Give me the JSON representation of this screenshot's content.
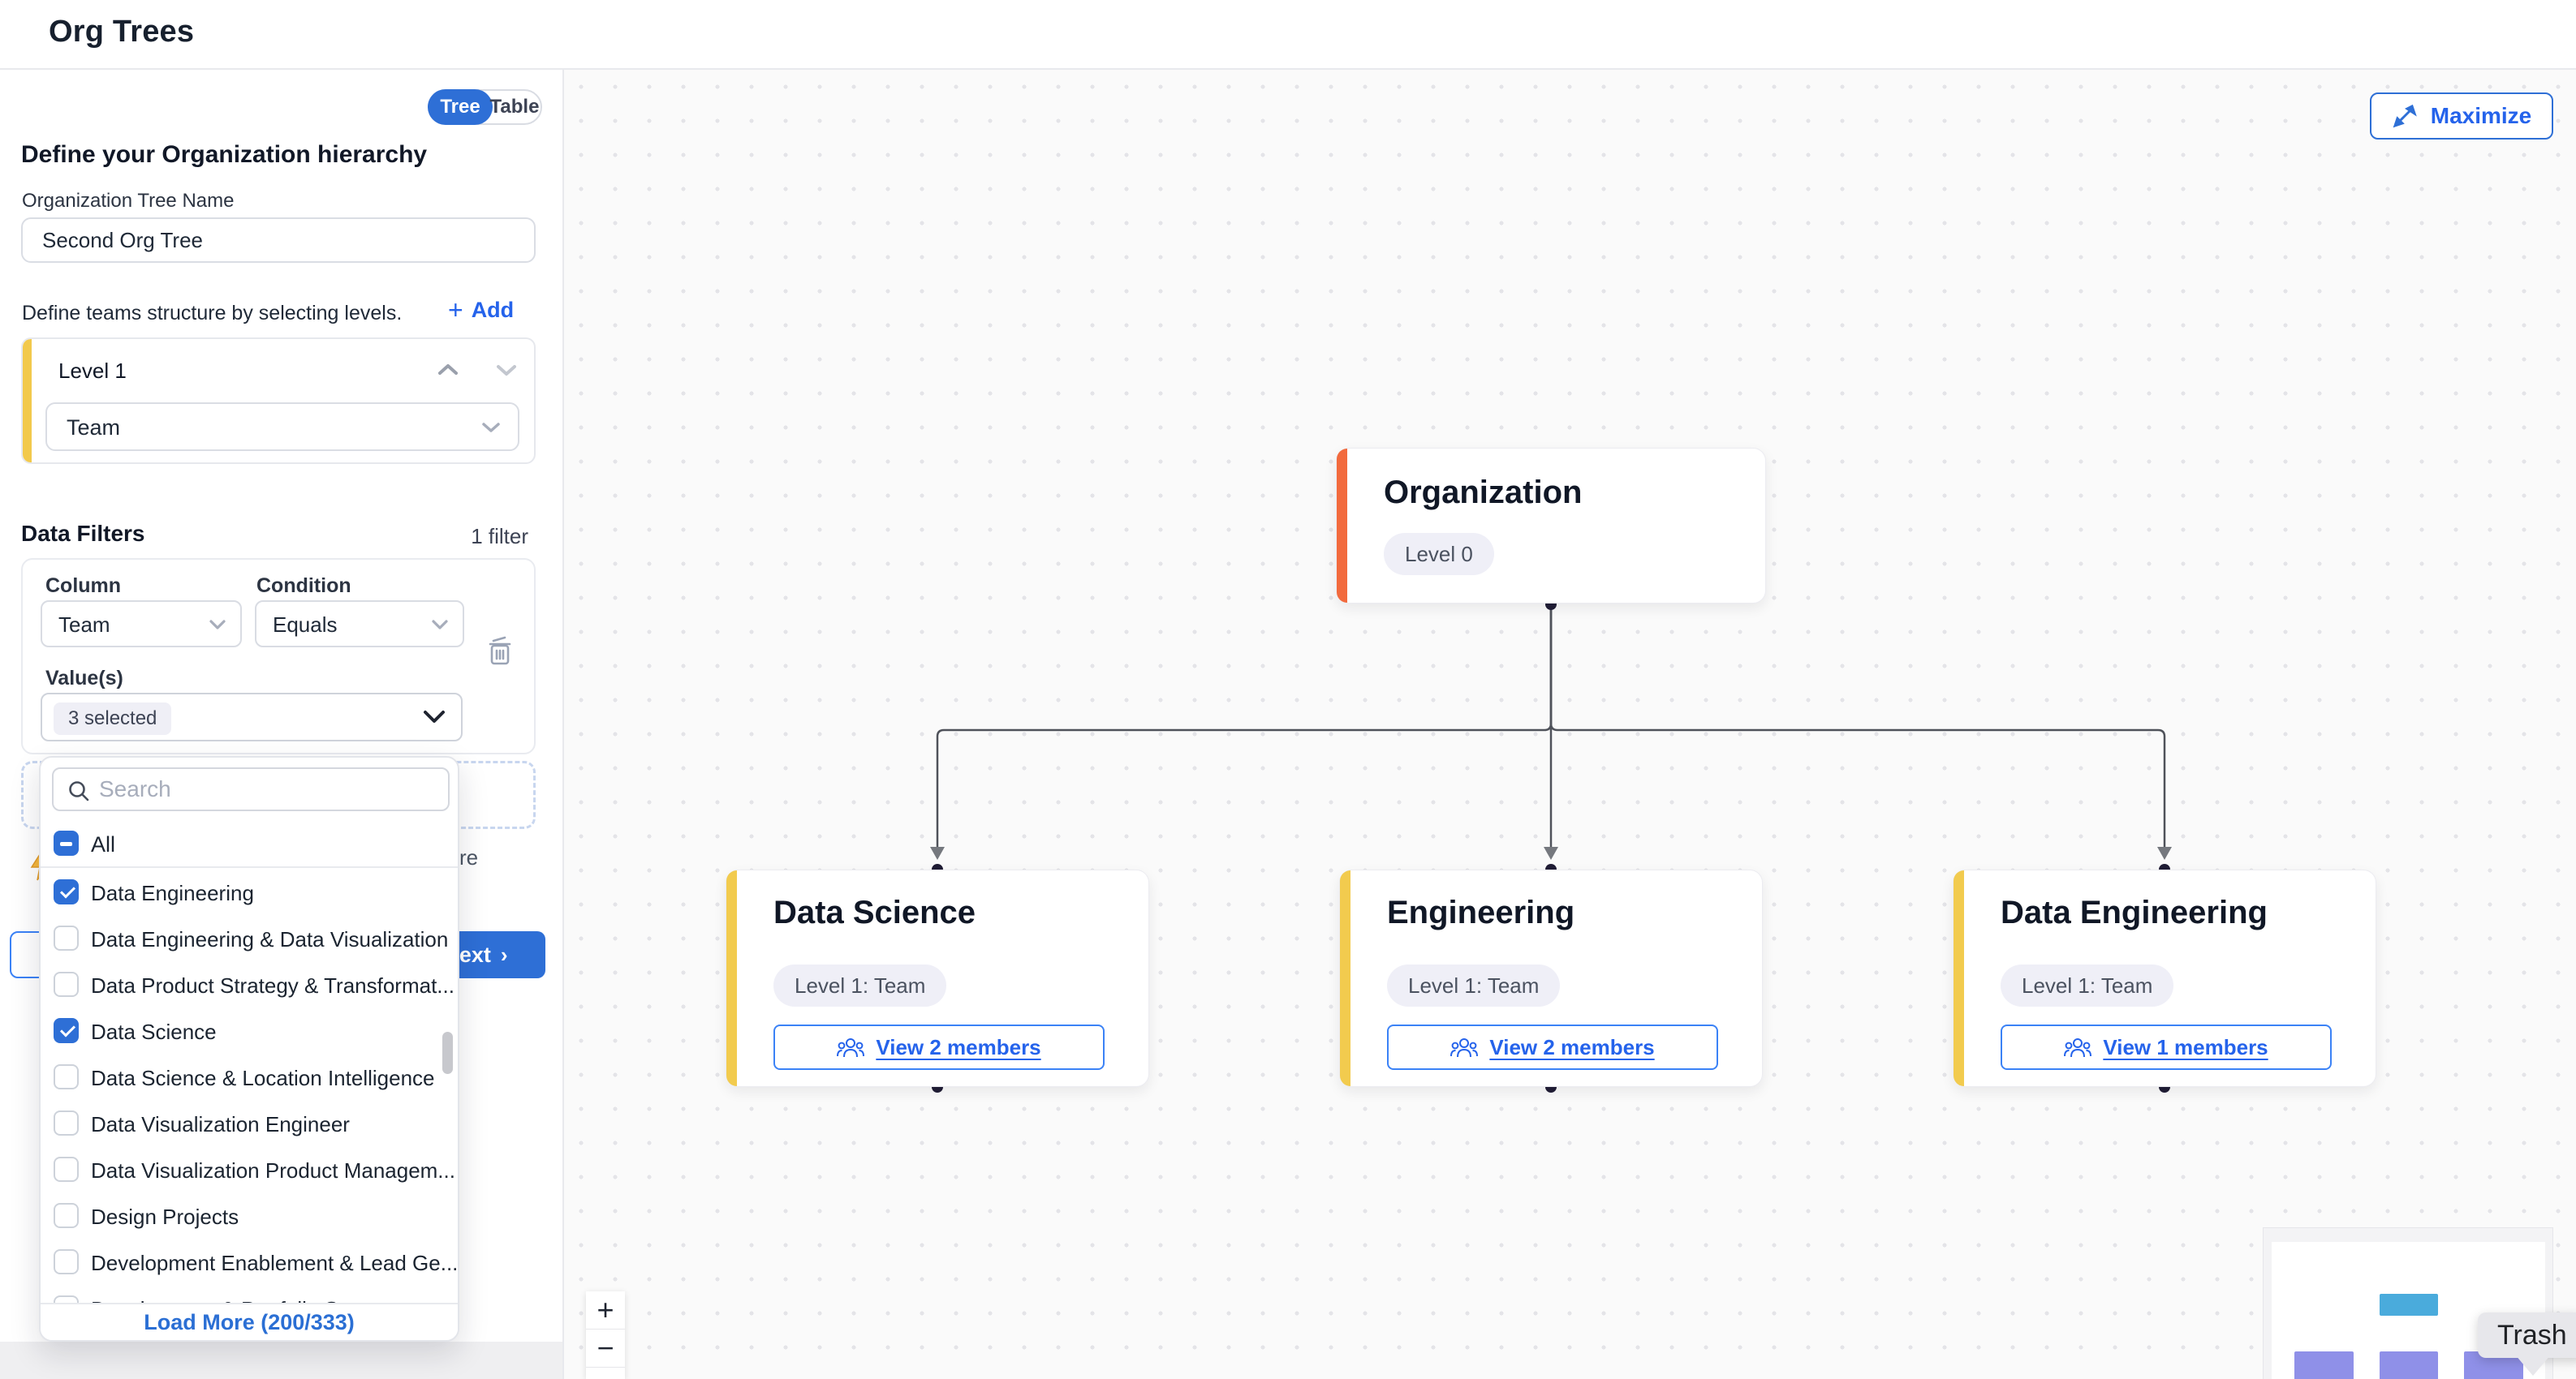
{
  "header": {
    "title": "Org Trees"
  },
  "view_toggle": {
    "tree": "Tree",
    "table": "Table"
  },
  "sidebar": {
    "heading": "Define your Organization hierarchy",
    "tree_name_label": "Organization Tree Name",
    "tree_name_value": "Second Org Tree",
    "levels_hint": "Define teams structure by selecting levels.",
    "add_label": "Add",
    "add_plus": "+",
    "level_card": {
      "title": "Level 1",
      "selected_value": "Team"
    },
    "filters": {
      "heading": "Data Filters",
      "count_label": "1 filter",
      "column_label": "Column",
      "column_value": "Team",
      "condition_label": "Condition",
      "condition_value": "Equals",
      "values_label": "Value(s)",
      "selected_chip": "3 selected"
    },
    "hidden_text_fragment": "re",
    "next_label": "Next",
    "next_chevron": "›"
  },
  "dropdown": {
    "search_placeholder": "Search",
    "all_label": "All",
    "items": [
      {
        "label": "Data Engineering",
        "checked": true
      },
      {
        "label": "Data Engineering & Data Visualization",
        "checked": false
      },
      {
        "label": "Data Product Strategy & Transformat...",
        "checked": false
      },
      {
        "label": "Data Science",
        "checked": true
      },
      {
        "label": "Data Science & Location Intelligence",
        "checked": false
      },
      {
        "label": "Data Visualization Engineer",
        "checked": false
      },
      {
        "label": "Data Visualization Product Managem...",
        "checked": false
      },
      {
        "label": "Design Projects",
        "checked": false
      },
      {
        "label": "Development Enablement & Lead Ge...",
        "checked": false
      },
      {
        "label": "Development & Portfolio Strat...",
        "checked": false
      }
    ],
    "load_more_label": "Load More (200/333)"
  },
  "canvas": {
    "maximize_label": "Maximize",
    "nodes": {
      "org": {
        "title": "Organization",
        "badge": "Level 0"
      },
      "data_science": {
        "title": "Data Science",
        "badge": "Level 1: Team",
        "members_label": "View 2 members"
      },
      "engineering": {
        "title": "Engineering",
        "badge": "Level 1: Team",
        "members_label": "View 2 members"
      },
      "data_engineering": {
        "title": "Data Engineering",
        "badge": "Level 1: Team",
        "members_label": "View 1 members"
      }
    },
    "zoom_in": "+",
    "zoom_out": "−",
    "trash_tooltip": "Trash"
  },
  "colors": {
    "accent_blue": "#2e6fd6",
    "link_blue": "#2563eb",
    "level_strip_yellow": "#f2c94c",
    "org_strip_orange": "#f26a3d",
    "minimap_blue": "#4aabdc",
    "minimap_purple": "#8f90e8",
    "edge_gray": "#4f525a"
  }
}
